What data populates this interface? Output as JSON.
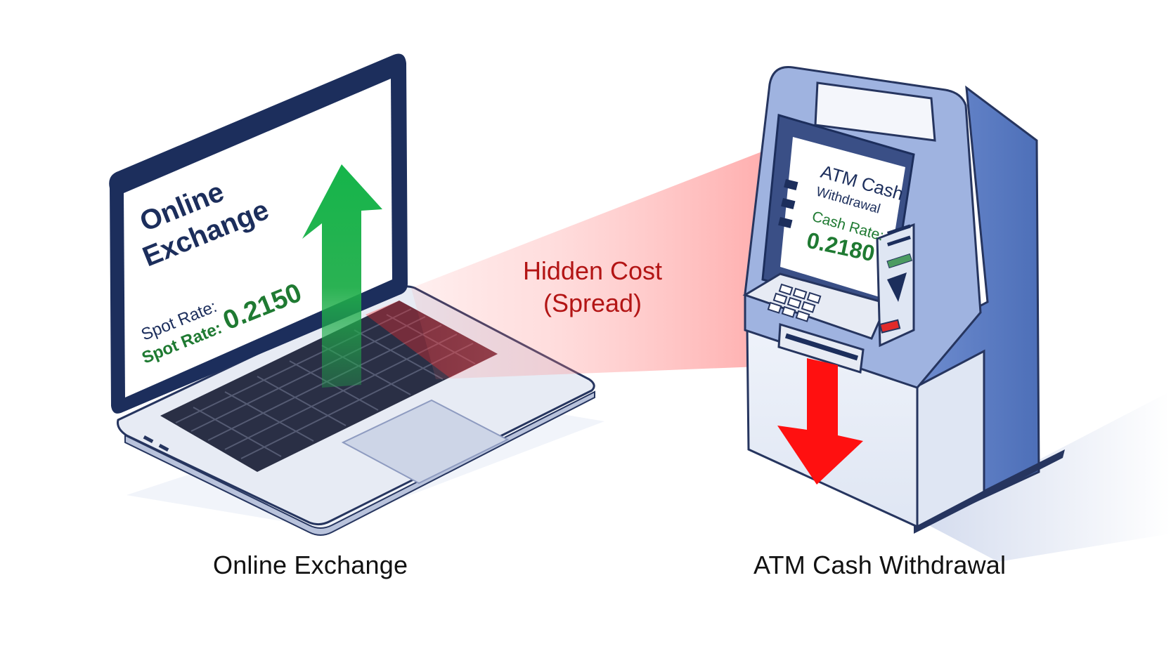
{
  "laptop": {
    "screen_title_line1": "Online",
    "screen_title_line2": "Exchange",
    "spot_label_1": "Spot Rate:",
    "spot_label_2": "Spot Rate:",
    "spot_value": "0.2150"
  },
  "atm": {
    "screen_title_line1": "ATM Cash",
    "screen_title_line2": "Withdrawal",
    "rate_label": "Cash Rate:",
    "rate_value": "0.2180"
  },
  "middle": {
    "line1": "Hidden Cost",
    "line2": "(Spread)"
  },
  "captions": {
    "left": "Online Exchange",
    "right": "ATM Cash Withdrawal"
  },
  "colors": {
    "navy": "#1c2e5c",
    "green_value": "#1f7a32",
    "red_text": "#b31515",
    "arrow_green": "#1fae4a",
    "arrow_red": "#ff1010",
    "atm_blue": "#8fa6d8"
  },
  "icons": {
    "up_arrow": "up-arrow-icon",
    "down_arrow": "down-arrow-icon"
  }
}
